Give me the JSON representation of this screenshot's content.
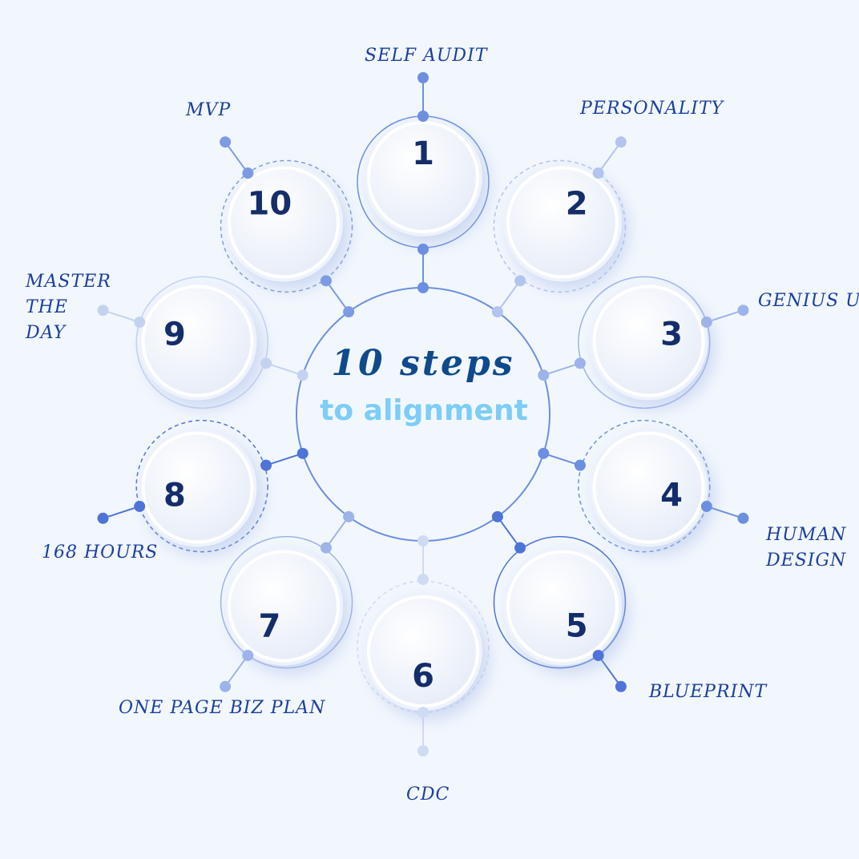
{
  "title": {
    "line1": "10 steps",
    "line2": "to alignment"
  },
  "colors": {
    "background": "#f2f7fd",
    "ring": "#6d8fe0",
    "number": "#142d6b",
    "label": "#1a3f9e"
  },
  "steps": [
    {
      "number": "1",
      "label": "SELF AUDIT"
    },
    {
      "number": "2",
      "label": "PERSONALITY"
    },
    {
      "number": "3",
      "label": "GENIUS U"
    },
    {
      "number": "4",
      "label": "HUMAN\nDESIGN"
    },
    {
      "number": "5",
      "label": "BLUEPRINT"
    },
    {
      "number": "6",
      "label": "CDC"
    },
    {
      "number": "7",
      "label": "ONE PAGE BIZ PLAN"
    },
    {
      "number": "8",
      "label": "168 HOURS"
    },
    {
      "number": "9",
      "label": "MASTER\nTHE\nDAY"
    },
    {
      "number": "10",
      "label": "MVP"
    }
  ]
}
